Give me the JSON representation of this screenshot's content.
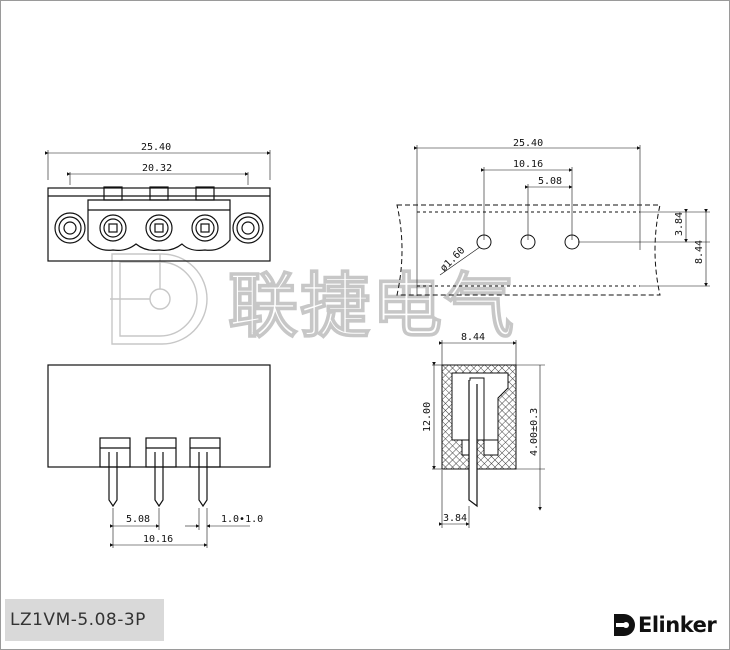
{
  "watermark": {
    "text": "联捷电气"
  },
  "front_view": {
    "overall_width": "25.40",
    "pin_span": "20.32"
  },
  "top_view": {
    "overall_width": "25.40",
    "pin_span": "10.16",
    "pitch": "5.08",
    "row_offset": "3.84",
    "depth": "8.44",
    "hole_diameter": "ø1.60"
  },
  "bottom_view": {
    "pitch": "5.08",
    "pin_size": "1.0•1.0",
    "pin_span": "10.16"
  },
  "side_view": {
    "width": "8.44",
    "height": "12.00",
    "pin_height": "4.00±0.3",
    "pin_offset": "3.84"
  },
  "footer": {
    "model": "LZ1VM-5.08-3P",
    "brand": "Elinker"
  },
  "colors": {
    "line": "#111111",
    "hatch": "#444444",
    "model_bg": "#d9d9d9",
    "watermark": "#c7c7c7"
  }
}
